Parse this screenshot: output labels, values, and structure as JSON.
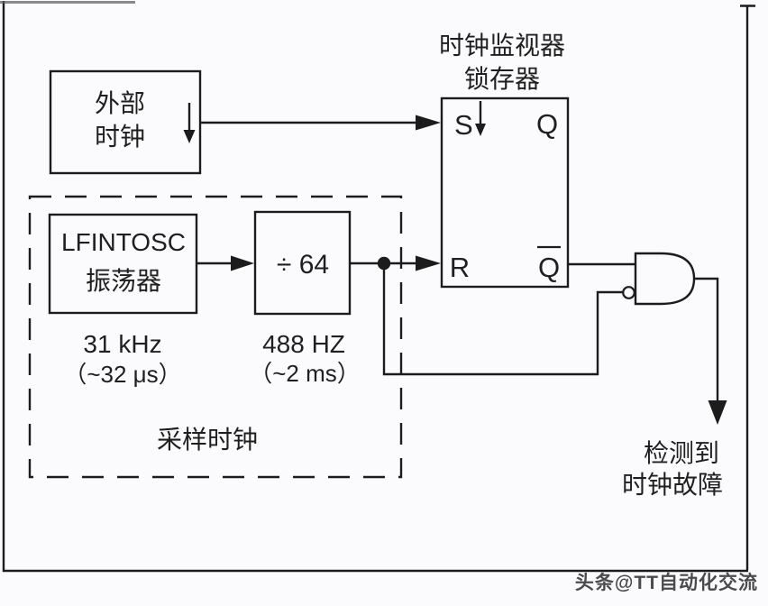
{
  "diagram": {
    "latch_title": {
      "line1": "时钟监视器",
      "line2": "锁存器"
    },
    "ext_clock": {
      "line1": "外部",
      "line2": "时钟"
    },
    "lfintosc": {
      "line1": "LFINTOSC",
      "line2": "振荡器",
      "freq": "31 kHz",
      "period": "（~32 μs）"
    },
    "divider": {
      "label": "÷ 64",
      "freq": "488 HZ",
      "period": "（~2 ms）"
    },
    "sampling_clock_label": "采样时钟",
    "latch_pins": {
      "set": "S",
      "reset": "R",
      "q": "Q",
      "q_bar": "Q"
    },
    "fail_output": {
      "line1": "检测到",
      "line2": "时钟故障"
    },
    "watermark": "头条@TT自动化交流"
  },
  "colors": {
    "background": "#fbfbfd",
    "line": "#1c1c1c",
    "text": "#1f1f1f",
    "watermark": "#3d3d3d"
  }
}
